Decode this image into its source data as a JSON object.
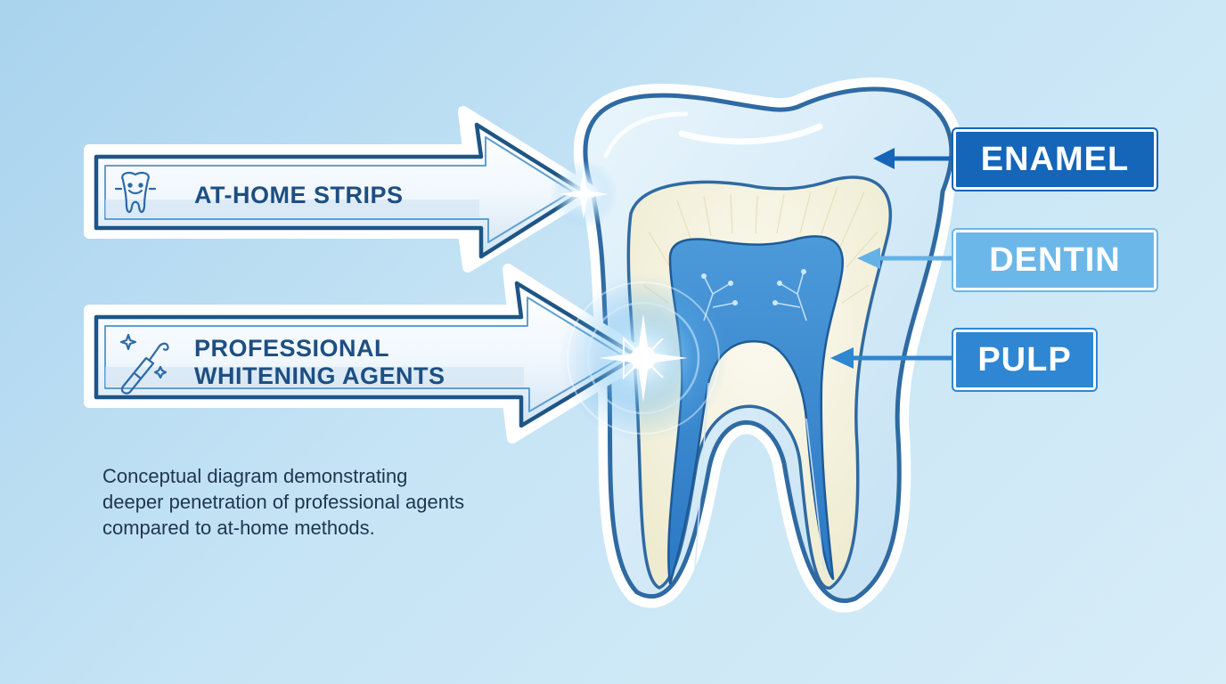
{
  "arrows": {
    "at_home": {
      "label": "AT-HOME STRIPS",
      "icon": "smiling-tooth-icon"
    },
    "professional": {
      "label_line1": "PROFESSIONAL",
      "label_line2": "WHITENING AGENTS",
      "icon": "dental-tool-sparkle-icon"
    }
  },
  "layers": {
    "enamel": {
      "label": "ENAMEL"
    },
    "dentin": {
      "label": "DENTIN"
    },
    "pulp": {
      "label": "PULP"
    }
  },
  "caption": {
    "line1": "Conceptual diagram demonstrating",
    "line2": "deeper penetration of professional agents",
    "line3": "compared to at-home methods."
  },
  "colors": {
    "navy": "#1d4f82",
    "enamel_blue": "#1565b8",
    "dentin_blue": "#64b1e6",
    "pulp_blue": "#2f86d2",
    "dentin_fill": "#f3f1dc",
    "pulp_fill": "#3e8fd2"
  }
}
